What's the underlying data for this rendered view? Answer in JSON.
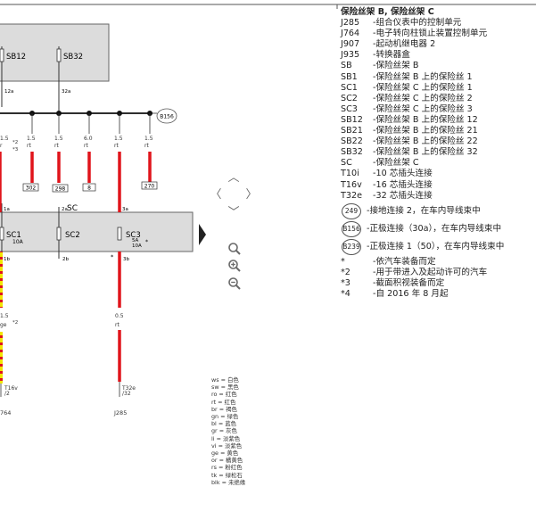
{
  "legend": {
    "title": "保险丝架 B, 保险丝架 C",
    "items": [
      {
        "code": "J285",
        "desc": "-组合仪表中的控制单元"
      },
      {
        "code": "J764",
        "desc": "-电子转向柱锁止装置控制单元"
      },
      {
        "code": "J907",
        "desc": "-起动机继电器 2"
      },
      {
        "code": "J935",
        "desc": "-转换器盒"
      },
      {
        "code": "SB",
        "desc": "-保险丝架 B"
      },
      {
        "code": "SB1",
        "desc": "-保险丝架 B 上的保险丝 1"
      },
      {
        "code": "SC1",
        "desc": "-保险丝架 C 上的保险丝 1"
      },
      {
        "code": "SC2",
        "desc": "-保险丝架 C 上的保险丝 2"
      },
      {
        "code": "SC3",
        "desc": "-保险丝架 C 上的保险丝 3"
      },
      {
        "code": "SB12",
        "desc": "-保险丝架 B 上的保险丝 12"
      },
      {
        "code": "SB21",
        "desc": "-保险丝架 B 上的保险丝 21"
      },
      {
        "code": "SB22",
        "desc": "-保险丝架 B 上的保险丝 22"
      },
      {
        "code": "SB32",
        "desc": "-保险丝架 B 上的保险丝 32"
      },
      {
        "code": "SC",
        "desc": "-保险丝架 C"
      },
      {
        "code": "T10i",
        "desc": "-10 芯插头连接"
      },
      {
        "code": "T16v",
        "desc": "-16 芯插头连接"
      },
      {
        "code": "T32e",
        "desc": "-32 芯插头连接"
      }
    ],
    "connections": [
      {
        "code": "249",
        "desc": "-接地连接 2，在车内导线束中"
      },
      {
        "code": "B156",
        "desc": "-正极连接（30a），在车内导线束中"
      },
      {
        "code": "B239",
        "desc": "-正极连接 1（50），在车内导线束中"
      }
    ],
    "notes": [
      {
        "code": "*",
        "desc": "-依汽车装备而定"
      },
      {
        "code": "*2",
        "desc": "-用于带进入及起动许可的汽车"
      },
      {
        "code": "*3",
        "desc": "-截面积视装备而定"
      },
      {
        "code": "*4",
        "desc": "-自 2016 年 8 月起"
      }
    ]
  },
  "color_codes": [
    {
      "abbr": "ws",
      "name": "白色"
    },
    {
      "abbr": "sw",
      "name": "黑色"
    },
    {
      "abbr": "ro",
      "name": "红色"
    },
    {
      "abbr": "rt",
      "name": "红色"
    },
    {
      "abbr": "br",
      "name": "褐色"
    },
    {
      "abbr": "gn",
      "name": "绿色"
    },
    {
      "abbr": "bl",
      "name": "蓝色"
    },
    {
      "abbr": "gr",
      "name": "灰色"
    },
    {
      "abbr": "li",
      "name": "淡紫色"
    },
    {
      "abbr": "vi",
      "name": "淡紫色"
    },
    {
      "abbr": "ge",
      "name": "黄色"
    },
    {
      "abbr": "or",
      "name": "橘黄色"
    },
    {
      "abbr": "rs",
      "name": "粉红色"
    },
    {
      "abbr": "tk",
      "name": "绿松石"
    },
    {
      "abbr": "blk",
      "name": "未绝缘"
    }
  ],
  "diagram": {
    "fuses_top": [
      {
        "label": "SB12",
        "pin": "12a"
      },
      {
        "label": "SB32",
        "pin": "32a"
      }
    ],
    "junction": "B156",
    "wires": [
      {
        "size": "1.5",
        "color": "rt"
      },
      {
        "size": "1.5",
        "color": "rt"
      },
      {
        "size": "6.0",
        "color": "rt"
      },
      {
        "size": "1.5",
        "color": "rt"
      },
      {
        "size": "1.5",
        "color": "rt"
      }
    ],
    "partial_wire": {
      "size": "1.5",
      "color": "r"
    },
    "star_notes": [
      "*2",
      "*3"
    ],
    "refs": [
      "302",
      "298",
      "8",
      "270"
    ],
    "fuse_box_c": {
      "label": "SC",
      "pin_left_top": "1a",
      "pin_mid_top": "2a",
      "pin_right_top": "3a",
      "fuses": [
        {
          "label": "SC1",
          "rating": "10A",
          "pin": "1b"
        },
        {
          "label": "SC2",
          "rating": "",
          "pin": "2b"
        },
        {
          "label": "SC3",
          "rating": "5A\n10A",
          "pin": "3b"
        }
      ],
      "star": "*"
    },
    "lower_left": {
      "size": "1.5",
      "color": "ge",
      "note": "*2",
      "conn": "T16v",
      "conn_pin": "/2",
      "comp": "764"
    },
    "lower_right": {
      "size": "0.5",
      "color": "rt",
      "conn": "T32e",
      "conn_pin": "/32",
      "comp": "J285"
    }
  },
  "nav": {
    "up": "︿",
    "left": "〈",
    "right": "〉",
    "down": "﹀"
  },
  "icons": {
    "zoom_fit": "magnifier-icon",
    "zoom_in": "zoom-in-icon",
    "zoom_out": "zoom-out-icon",
    "collapse": "triangle-right-icon"
  },
  "colors_accent": {
    "wire_red": "#e0141b",
    "wire_yellow": "#f1e600",
    "box_fill": "#dcdcdc"
  }
}
